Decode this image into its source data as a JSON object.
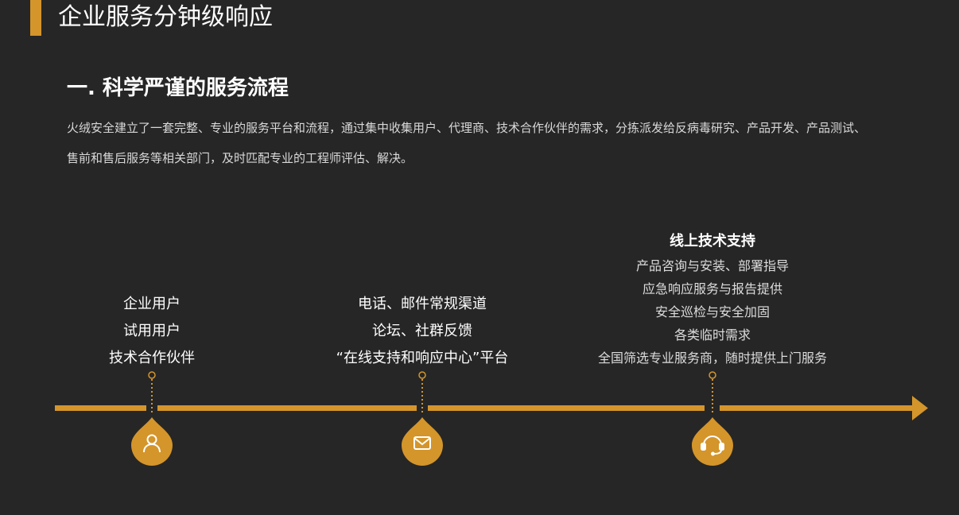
{
  "header": {
    "title": "企业服务分钟级响应"
  },
  "section": {
    "title": "一. 科学严谨的服务流程",
    "paragraph_line1": "火绒安全建立了一套完整、专业的服务平台和流程，通过集中收集用户、代理商、技术合作伙伴的需求，分拣派发给反病毒研究、产品开发、产品测试、",
    "paragraph_line2": "售前和售后服务等相关部门，及时匹配专业的工程师评估、解决。"
  },
  "stages": [
    {
      "lines": [
        "企业用户",
        "试用用户",
        "技术合作伙伴"
      ],
      "icon": "user-icon"
    },
    {
      "lines": [
        "电话、邮件常规渠道",
        "论坛、社群反馈",
        "“在线支持和响应中心”平台"
      ],
      "icon": "mail-icon"
    },
    {
      "heading": "线上技术支持",
      "lines": [
        "产品咨询与安装、部署指导",
        "应急响应服务与报告提供",
        "安全巡检与安全加固",
        "各类临时需求",
        "全国筛选专业服务商，随时提供上门服务"
      ],
      "icon": "headset-icon"
    }
  ],
  "colors": {
    "background": "#262626",
    "accent": "#d4952b",
    "text": "#ffffff"
  }
}
